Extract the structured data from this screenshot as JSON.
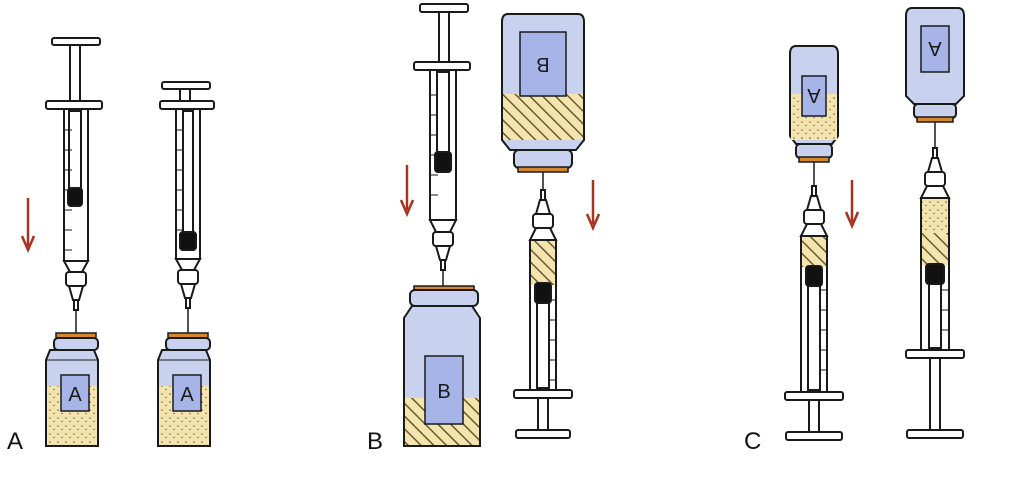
{
  "figure": {
    "panels": [
      {
        "letter": "A",
        "vials": [
          {
            "label": "A"
          },
          {
            "label": "A"
          }
        ]
      },
      {
        "letter": "B",
        "vials": [
          {
            "label": "B"
          },
          {
            "label": "B"
          }
        ]
      },
      {
        "letter": "C",
        "vials": [
          {
            "label": "A"
          },
          {
            "label": "A"
          }
        ]
      }
    ]
  },
  "colors": {
    "outline": "#1a1a1a",
    "glass_blue": "#c8d2ee",
    "label_blue": "#a6b4e8",
    "liquid_tan": "#f4e4b0",
    "cap_orange": "#d4862c",
    "arrow_red": "#a83220",
    "hatch": "#6b5a2a"
  }
}
